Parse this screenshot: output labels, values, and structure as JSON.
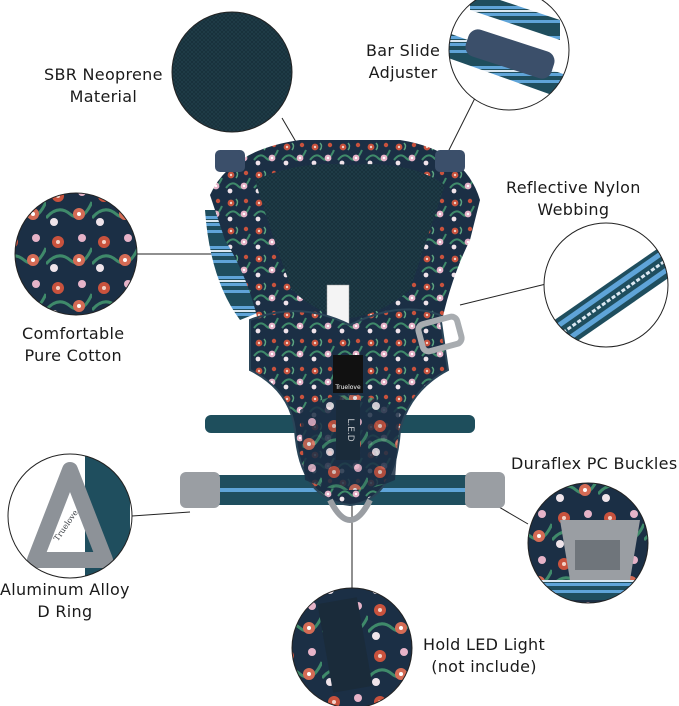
{
  "product": {
    "brand_mark": "Truelove",
    "led_tab": "L.E.D",
    "ring_engraving": "Truelove"
  },
  "callouts": [
    {
      "id": "neoprene",
      "lines": [
        "SBR Neoprene",
        "Material"
      ]
    },
    {
      "id": "bar-slide",
      "lines": [
        "Bar Slide",
        "Adjuster"
      ]
    },
    {
      "id": "reflective",
      "lines": [
        "Reflective Nylon",
        "Webbing"
      ]
    },
    {
      "id": "cotton",
      "lines": [
        "Comfortable",
        "Pure Cotton"
      ]
    },
    {
      "id": "buckles",
      "lines": [
        "Duraflex PC Buckles"
      ]
    },
    {
      "id": "d-ring",
      "lines": [
        "Aluminum Alloy",
        "D Ring"
      ]
    },
    {
      "id": "led",
      "lines": [
        "Hold LED Light",
        "(not include)"
      ]
    }
  ],
  "colors": {
    "navy": "#1d3447",
    "teal": "#1e4e5c",
    "floral_red": "#c9523d",
    "floral_pink": "#e6b3c8",
    "reflective_blue": "#5fa4d8",
    "metal": "#9a9ea3"
  }
}
